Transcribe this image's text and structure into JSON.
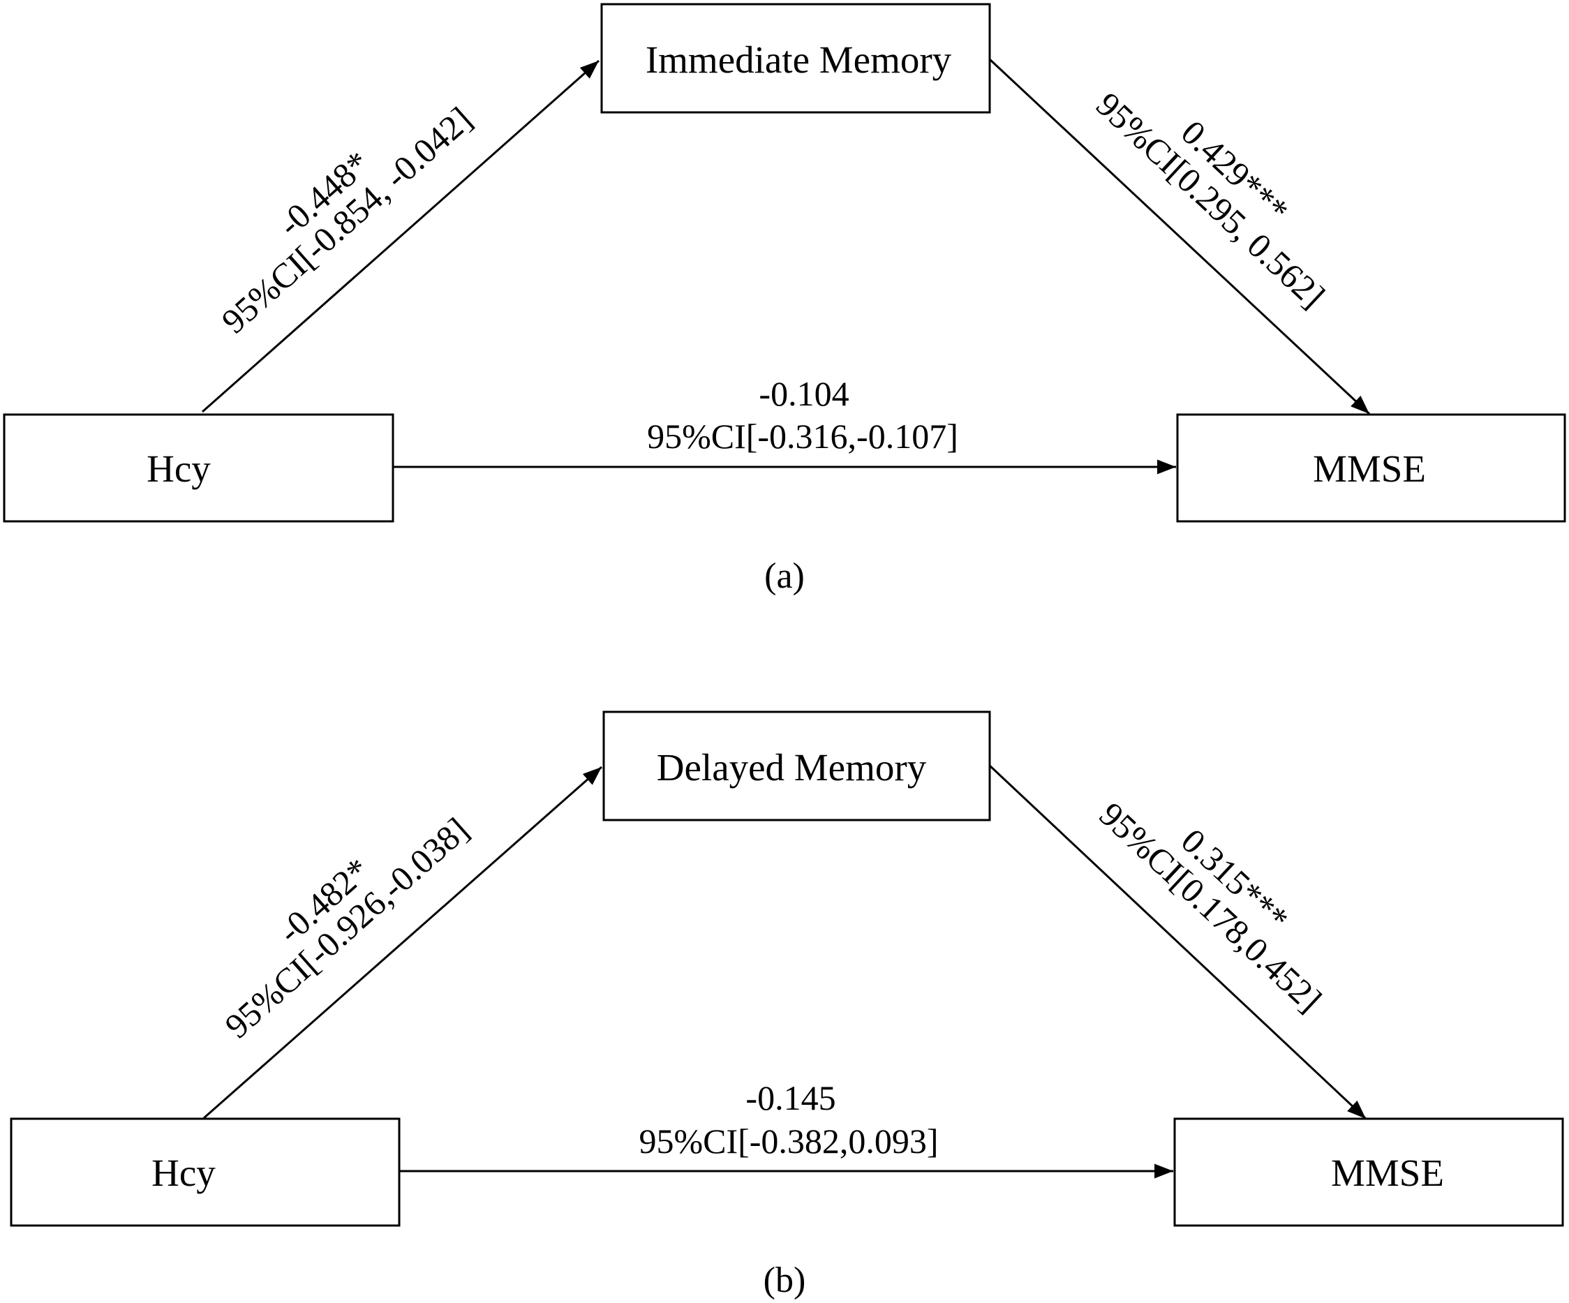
{
  "panels": [
    {
      "label": "(a)",
      "nodes": {
        "predictor": "Hcy",
        "mediator": "Immediate Memory",
        "outcome": "MMSE"
      },
      "paths": {
        "a": {
          "coef": "-0.448*",
          "ci": "95%CI[-0.854, -0.042]"
        },
        "b": {
          "coef": "0.429***",
          "ci": "95%CI[0.295, 0.562]"
        },
        "c": {
          "coef": "-0.104",
          "ci": "95%CI[-0.316,-0.107]"
        }
      }
    },
    {
      "label": "(b)",
      "nodes": {
        "predictor": "Hcy",
        "mediator": "Delayed Memory",
        "outcome": "MMSE"
      },
      "paths": {
        "a": {
          "coef": "-0.482*",
          "ci": "95%CI[-0.926,-0.038]"
        },
        "b": {
          "coef": "0.315***",
          "ci": "95%CI[0.178,0.452]"
        },
        "c": {
          "coef": "-0.145",
          "ci": "95%CI[-0.382,0.093]"
        }
      }
    }
  ]
}
